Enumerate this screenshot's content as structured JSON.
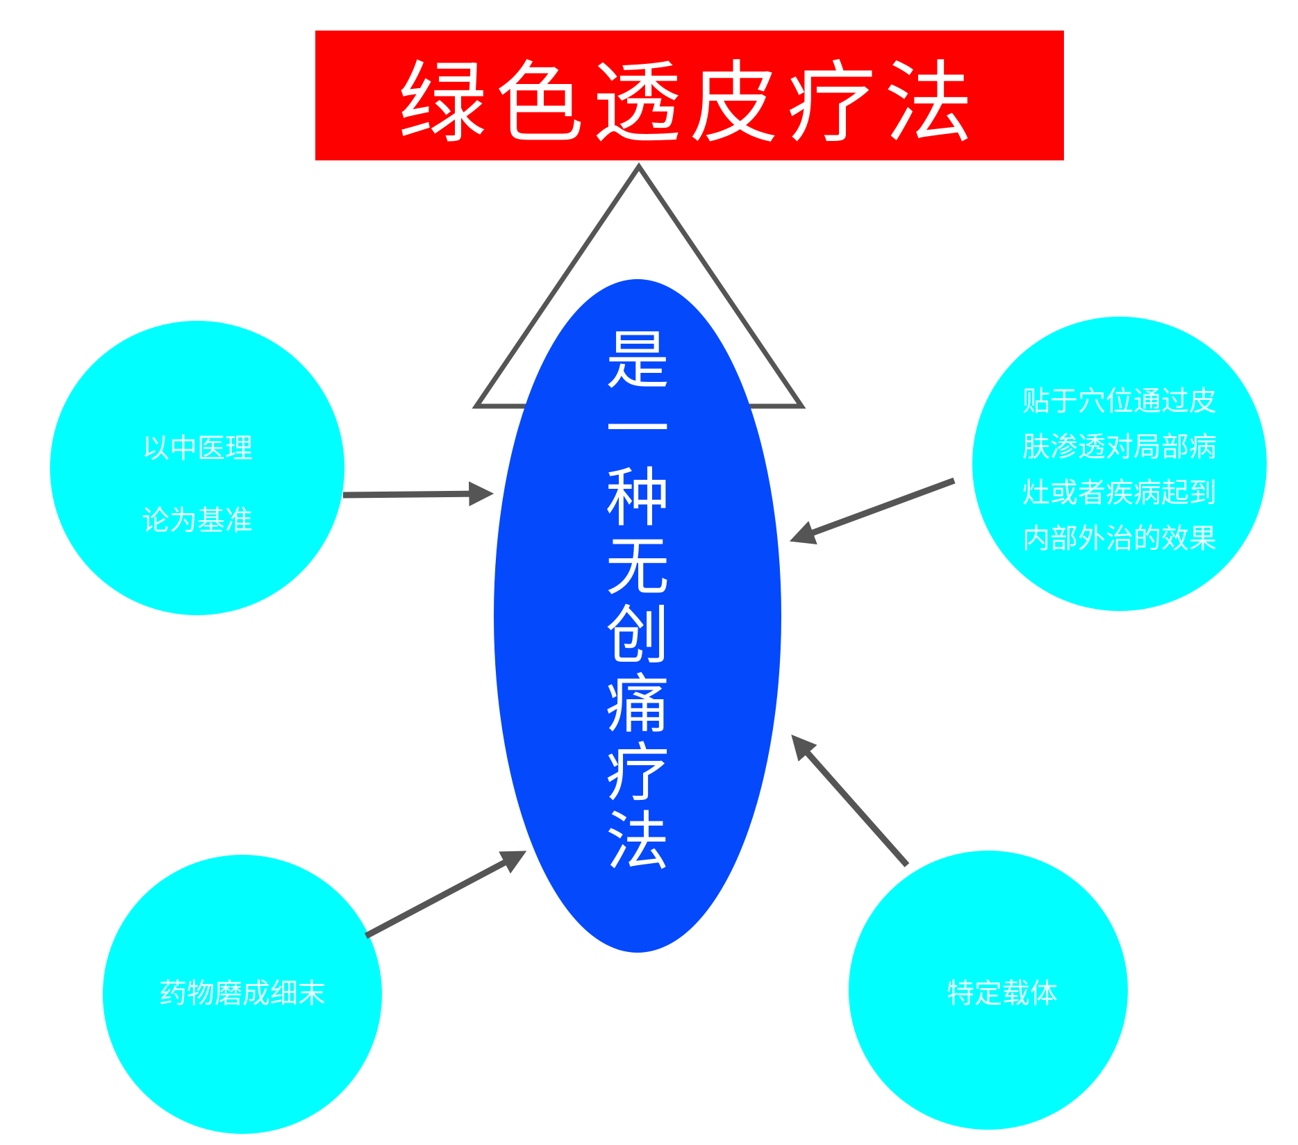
{
  "title": "绿色透皮疗法",
  "center": {
    "chars": [
      "是",
      "一",
      "种",
      "无",
      "创",
      "痛",
      "疗",
      "法"
    ]
  },
  "nodes": {
    "left": {
      "lines": [
        "以中医理",
        "论为基准"
      ]
    },
    "right": {
      "lines": [
        "贴于穴位通过皮",
        "肤渗透对局部病",
        "灶或者疾病起到",
        "内部外治的效果"
      ]
    },
    "bottom_left": {
      "lines": [
        "药物磨成细末"
      ]
    },
    "bottom_right": {
      "lines": [
        "特定载体"
      ]
    }
  },
  "colors": {
    "title_bg": "#ff0000",
    "ellipse": "#0549fd",
    "circle": "#00ffff",
    "arrow": "#555555"
  }
}
